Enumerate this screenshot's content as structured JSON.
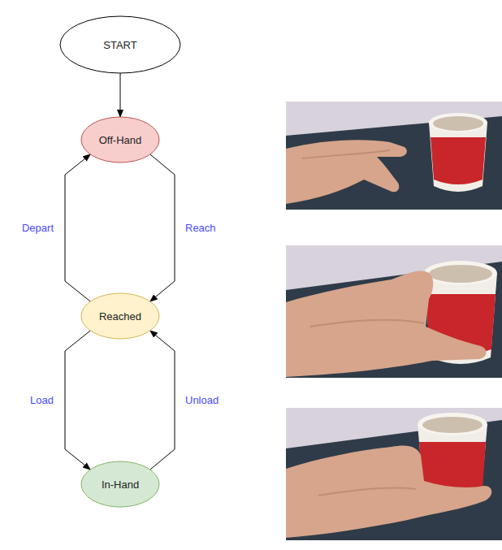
{
  "diagram": {
    "nodes": [
      {
        "text": [
          "START"
        ]
      },
      {
        "text": [
          "Off-Hand"
        ]
      },
      {
        "text": [
          "Reached"
        ]
      },
      {
        "text": [
          "In-Hand"
        ]
      }
    ],
    "edges": [
      {
        "from": 0,
        "to": 1,
        "arrow": "to"
      },
      {
        "from": 1,
        "to": 2,
        "arrow": "to",
        "label": "Reach"
      },
      {
        "from": 2,
        "to": 1,
        "arrow": "to",
        "label": "Depart"
      },
      {
        "from": 2,
        "to": 3,
        "arrow": "to",
        "label": "Load"
      },
      {
        "from": 3,
        "to": 2,
        "arrow": "to",
        "label": "Unload"
      }
    ]
  }
}
